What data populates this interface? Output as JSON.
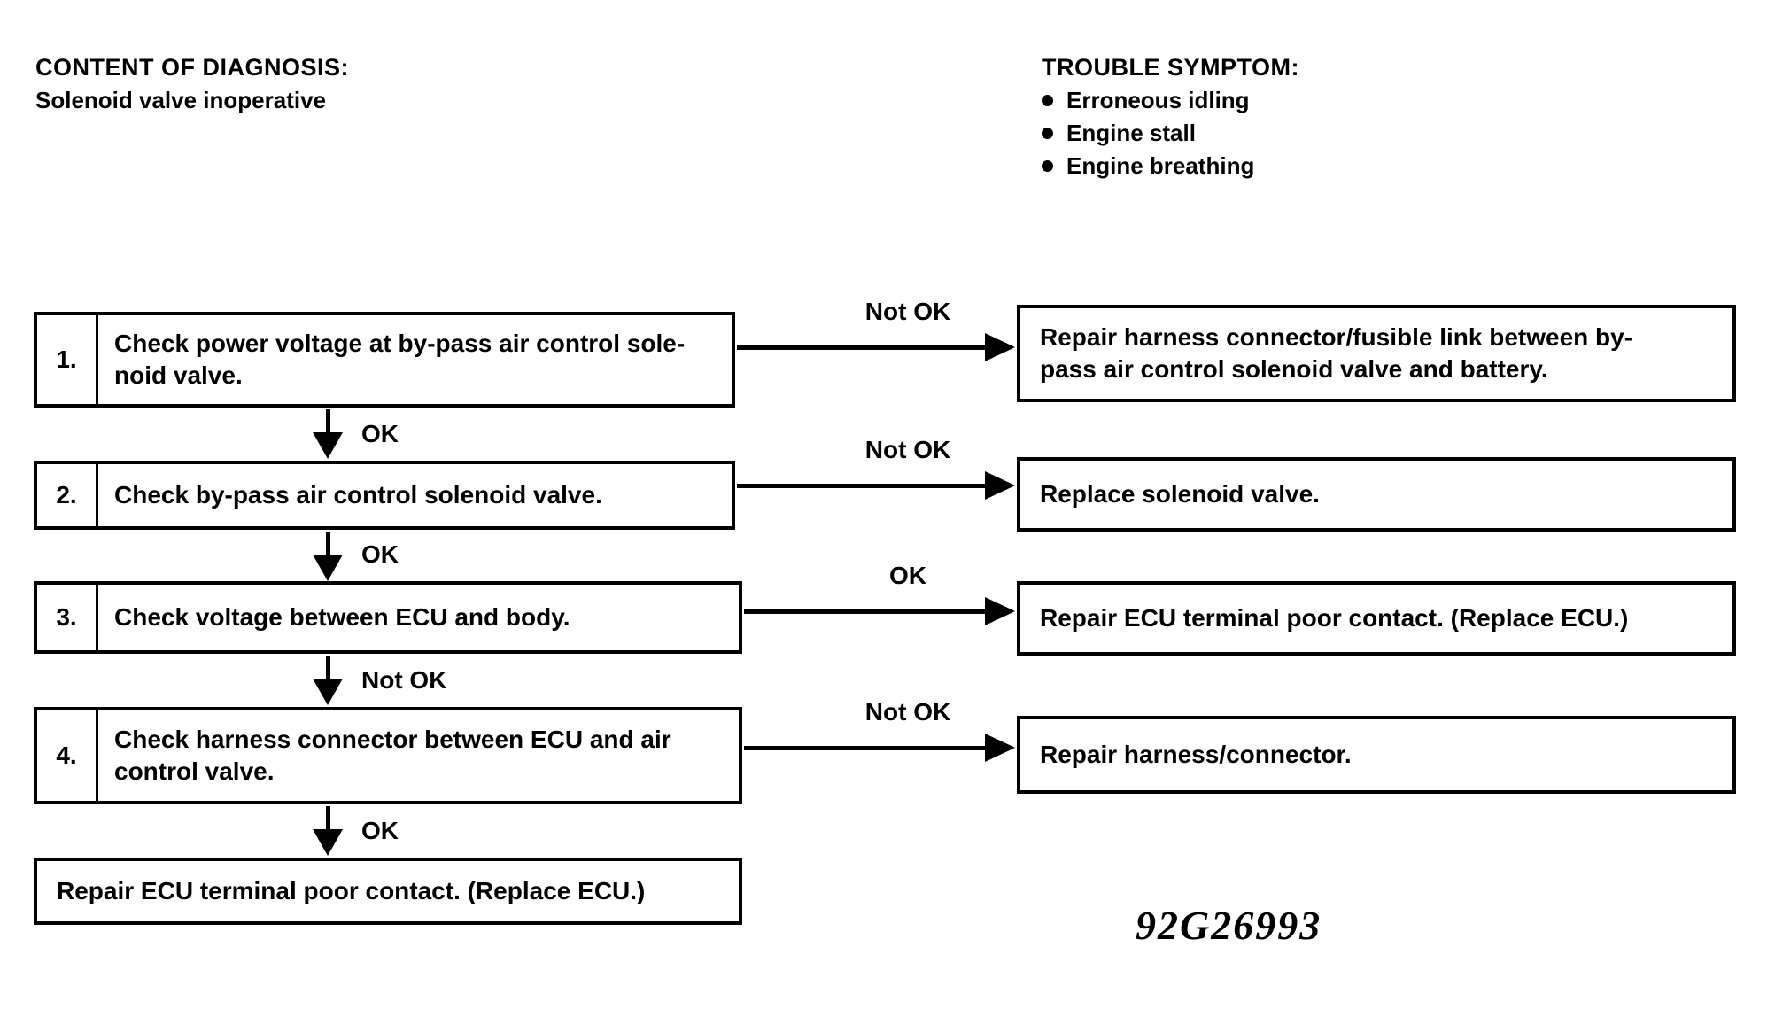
{
  "header": {
    "diagnosis_label": "CONTENT OF DIAGNOSIS:",
    "diagnosis_value": "Solenoid valve inoperative",
    "symptom_label": "TROUBLE SYMPTOM:",
    "symptoms": [
      "Erroneous idling",
      "Engine stall",
      "Engine breathing"
    ]
  },
  "flowchart": {
    "rows": [
      {
        "step": {
          "number": "1.",
          "lines": [
            "Check power voltage at by-pass air control sole-",
            "noid valve."
          ]
        },
        "branch_label": "Not OK",
        "result": {
          "lines": [
            "Repair harness connector/fusible link between by-",
            "pass air control solenoid valve and battery."
          ]
        },
        "down_label": "OK"
      },
      {
        "step": {
          "number": "2.",
          "lines": [
            "Check by-pass air control solenoid valve."
          ]
        },
        "branch_label": "Not OK",
        "result": {
          "lines": [
            "Replace solenoid valve."
          ]
        },
        "down_label": "OK"
      },
      {
        "step": {
          "number": "3.",
          "lines": [
            "Check voltage between ECU and body."
          ]
        },
        "branch_label": "OK",
        "result": {
          "lines": [
            "Repair ECU terminal poor contact. (Replace ECU.)"
          ]
        },
        "down_label": "Not OK"
      },
      {
        "step": {
          "number": "4.",
          "lines": [
            "Check harness connector between ECU and air",
            "control valve."
          ]
        },
        "branch_label": "Not OK",
        "result": {
          "lines": [
            "Repair harness/connector."
          ]
        },
        "down_label": "OK"
      }
    ],
    "final_box": {
      "lines": [
        "Repair ECU terminal poor contact. (Replace ECU.)"
      ]
    }
  },
  "figure_code": "92G26993"
}
